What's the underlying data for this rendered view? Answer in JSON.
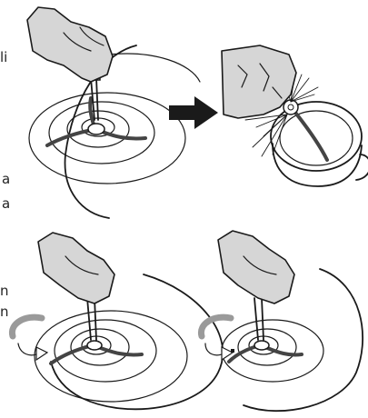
{
  "margin_letters": [
    "li",
    "a",
    "a",
    "n",
    "n"
  ],
  "panels": [
    {
      "step": "unscrew-side-brush"
    },
    {
      "step": "clean-brush-in-water"
    },
    {
      "step": "rotate-left"
    },
    {
      "step": "rotate-right"
    }
  ],
  "colors": {
    "ink": "#1a1a1a",
    "hand_fill": "#d6d6d6",
    "brush_arm": "#444444",
    "background": "#ffffff"
  },
  "icons": [
    "screwdriver-icon",
    "arrow-right-icon",
    "rotation-arrow-icon",
    "water-cup-icon",
    "side-brush-icon"
  ]
}
